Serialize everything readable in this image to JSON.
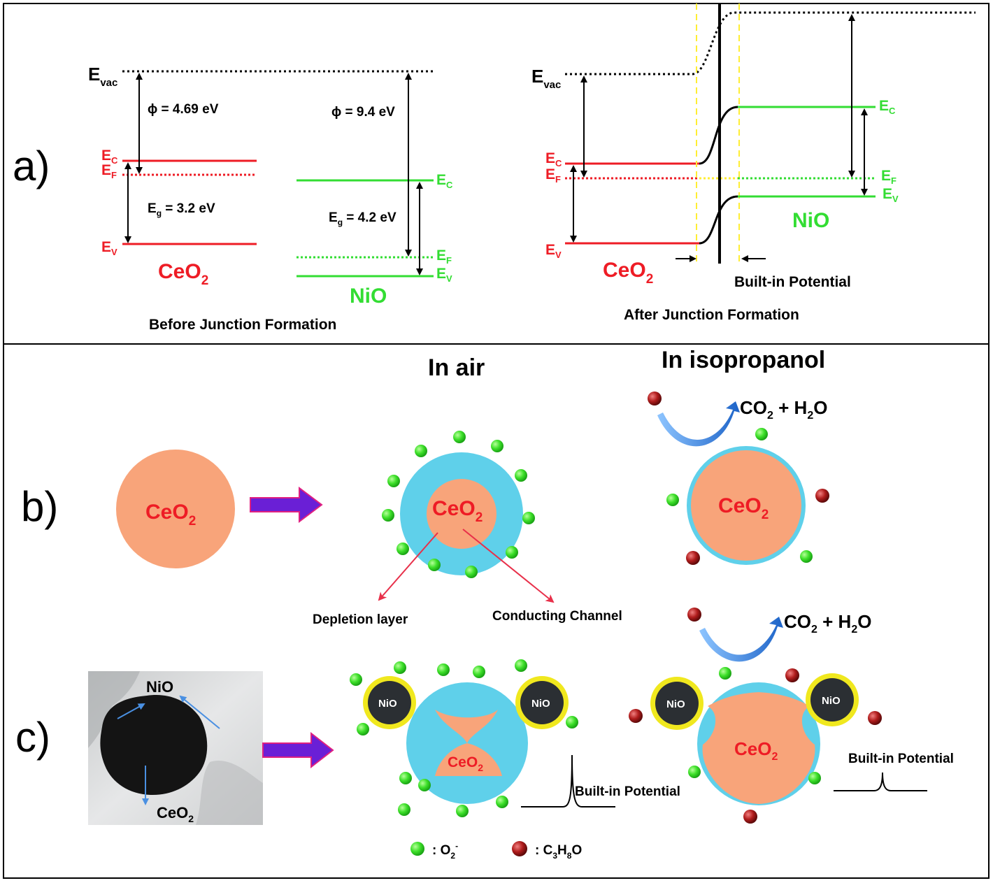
{
  "panel_a": {
    "label": "a)",
    "before": {
      "evac_main": "E",
      "evac_sub": "vac",
      "phi_ceo2": "ϕ = 4.69 eV",
      "phi_nio": "ϕ = 9.4 eV",
      "eg_ceo2_main": "E",
      "eg_ceo2_sub": "g",
      "eg_ceo2_val": " = 3.2 eV",
      "eg_nio_main": "E",
      "eg_nio_sub": "g",
      "eg_nio_val": " = 4.2 eV",
      "ceo2_ec_main": "E",
      "ceo2_ec_sub": "C",
      "ceo2_ef_main": "E",
      "ceo2_ef_sub": "F",
      "ceo2_ev_main": "E",
      "ceo2_ev_sub": "V",
      "nio_ec_main": "E",
      "nio_ec_sub": "C",
      "nio_ef_main": "E",
      "nio_ef_sub": "F",
      "nio_ev_main": "E",
      "nio_ev_sub": "V",
      "ceo2_main": "CeO",
      "ceo2_sub": "2",
      "nio": "NiO",
      "caption": "Before Junction Formation"
    },
    "after": {
      "evac_main": "E",
      "evac_sub": "vac",
      "ceo2_ec_main": "E",
      "ceo2_ec_sub": "C",
      "ceo2_ef_main": "E",
      "ceo2_ef_sub": "F",
      "ceo2_ev_main": "E",
      "ceo2_ev_sub": "V",
      "nio_ec_main": "E",
      "nio_ec_sub": "C",
      "nio_ef_main": "E",
      "nio_ef_sub": "F",
      "nio_ev_main": "E",
      "nio_ev_sub": "V",
      "ceo2_main": "CeO",
      "ceo2_sub": "2",
      "nio": "NiO",
      "built_in": "Built-in Potential",
      "caption": "After Junction Formation"
    }
  },
  "panel_b": {
    "label": "b)",
    "in_air": "In air",
    "in_isopropanol": "In isopropanol",
    "ceo2_main": "CeO",
    "ceo2_sub": "2",
    "depletion": "Depletion layer",
    "conducting": "Conducting Channel",
    "reaction_co2": "CO",
    "reaction_co2_sub": "2",
    "reaction_plus": " + H",
    "reaction_h2o_sub": "2",
    "reaction_o": "O"
  },
  "panel_c": {
    "label": "c)",
    "tem_nio": "NiO",
    "tem_ceo2_main": "CeO",
    "tem_ceo2_sub": "2",
    "nio": "NiO",
    "ceo2_main": "CeO",
    "ceo2_sub": "2",
    "built_in_1": "Built-in  Potential",
    "built_in_2": "Built-in  Potential",
    "reaction_co2": "CO",
    "reaction_co2_sub": "2",
    "reaction_plus": " + H",
    "reaction_h2o_sub": "2",
    "reaction_o": "O"
  },
  "legend": {
    "o2_text": ": O",
    "o2_sub": "2",
    "o2_sup": "-",
    "c3h8o_text": ": C",
    "c3h8o_sub1": "3",
    "c3h8o_h": "H",
    "c3h8o_sub2": "8",
    "c3h8o_o": "O"
  },
  "colors": {
    "ceo2_red": "#ee1c25",
    "nio_green": "#33dd33",
    "particle_orange": "#f8a47a",
    "depletion_blue": "#5fd0ea",
    "nio_dark": "#2b2f33",
    "nio_ring": "#f0e81e",
    "arrow_purple": "#6a1fd6",
    "o2_green": "#33dd22",
    "c3h8o_red": "#a01818",
    "junction_yellow": "#ffee33"
  }
}
